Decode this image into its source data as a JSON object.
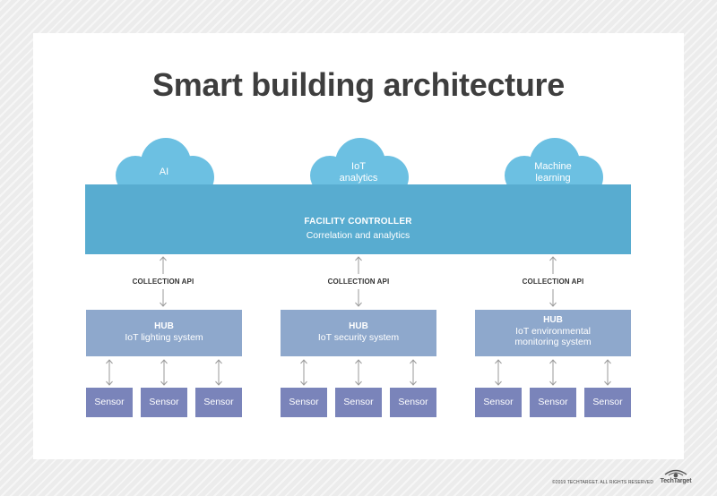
{
  "title": "Smart building architecture",
  "clouds": [
    {
      "line1": "AI",
      "line2": ""
    },
    {
      "line1": "IoT",
      "line2": "analytics"
    },
    {
      "line1": "Machine",
      "line2": "learning"
    }
  ],
  "controller": {
    "title": "FACILITY CONTROLLER",
    "subtitle": "Correlation and analytics"
  },
  "api_labels": [
    "COLLECTION API",
    "COLLECTION API",
    "COLLECTION API"
  ],
  "hubs": [
    {
      "title": "HUB",
      "line1": "IoT lighting system",
      "line2": ""
    },
    {
      "title": "HUB",
      "line1": "IoT security system",
      "line2": ""
    },
    {
      "title": "HUB",
      "line1": "IoT environmental",
      "line2": "monitoring system"
    }
  ],
  "sensors": [
    "Sensor",
    "Sensor",
    "Sensor",
    "Sensor",
    "Sensor",
    "Sensor",
    "Sensor",
    "Sensor",
    "Sensor"
  ],
  "footer": {
    "copyright": "©2019 TECHTARGET. ALL RIGHTS RESERVED",
    "logo": "TechTarget"
  },
  "colors": {
    "cloud": "#6cc0e2",
    "controller": "#58acd0",
    "hub": "#8ea8cc",
    "sensor": "#7a84ba",
    "arrow": "#9a9a9a"
  }
}
